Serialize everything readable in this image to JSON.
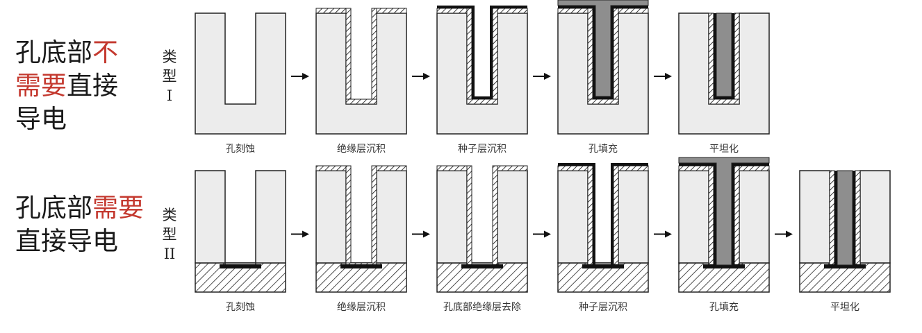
{
  "rows": [
    {
      "title_parts": [
        {
          "text": "孔底部",
          "hl": false
        },
        {
          "text": "不\n需要",
          "hl": true
        },
        {
          "text": "直接\n导电",
          "hl": false
        }
      ],
      "type_label": [
        "类",
        "型",
        "I"
      ],
      "steps": [
        "孔刻蚀",
        "绝缘层沉积",
        "种子层沉积",
        "孔填充",
        "平坦化"
      ]
    },
    {
      "title_parts": [
        {
          "text": "孔底部",
          "hl": false
        },
        {
          "text": "需要",
          "hl": true
        },
        {
          "text": "\n直接导电",
          "hl": false
        }
      ],
      "type_label": [
        "类",
        "型",
        "II"
      ],
      "steps": [
        "孔刻蚀",
        "绝缘层沉积",
        "孔底部绝缘层去除",
        "种子层沉积",
        "孔填充",
        "平坦化"
      ]
    }
  ],
  "colors": {
    "substrate": "#ececec",
    "fill": "#8e8e8e",
    "seed": "#111111",
    "hl": "#c4392f"
  }
}
